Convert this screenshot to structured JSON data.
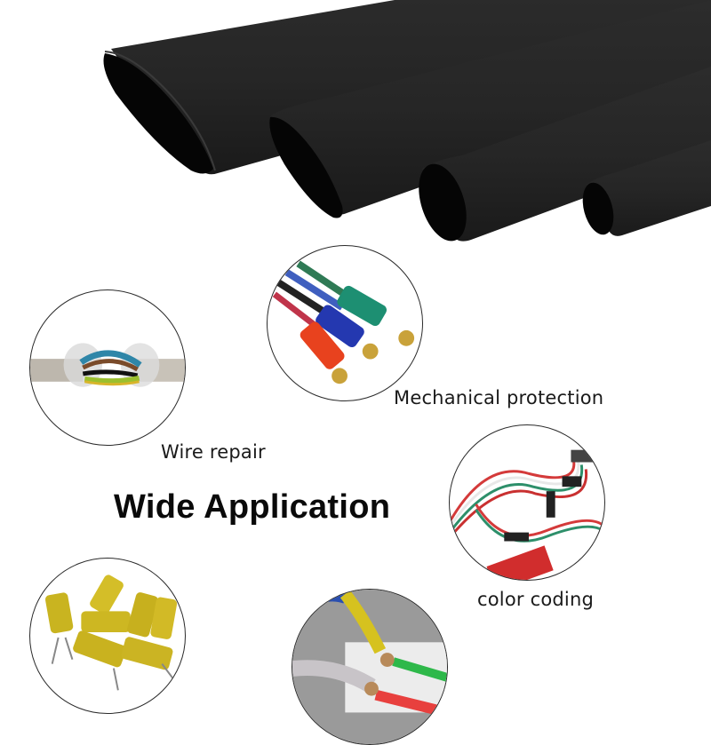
{
  "headline": "Wide Application",
  "applications": [
    {
      "id": "wire-repair",
      "label": "Wire repair",
      "icon": "frayed-cable-photo"
    },
    {
      "id": "mechanical-protection",
      "label": "Mechanical protection",
      "icon": "rca-connectors-photo"
    },
    {
      "id": "color-coding",
      "label": "color coding",
      "icon": "jumper-wires-photo"
    },
    {
      "id": "capacitors",
      "label": "",
      "icon": "capacitors-photo"
    },
    {
      "id": "terminal-wiring",
      "label": "",
      "icon": "terminal-wiring-photo"
    }
  ],
  "product": {
    "name": "heat shrink tubing",
    "tube_count": 4,
    "color": "#1e1e1e"
  },
  "colors": {
    "background": "#ffffff",
    "tube": "#222222",
    "tube_inner": "#050505",
    "text": "#1a1a1a"
  }
}
